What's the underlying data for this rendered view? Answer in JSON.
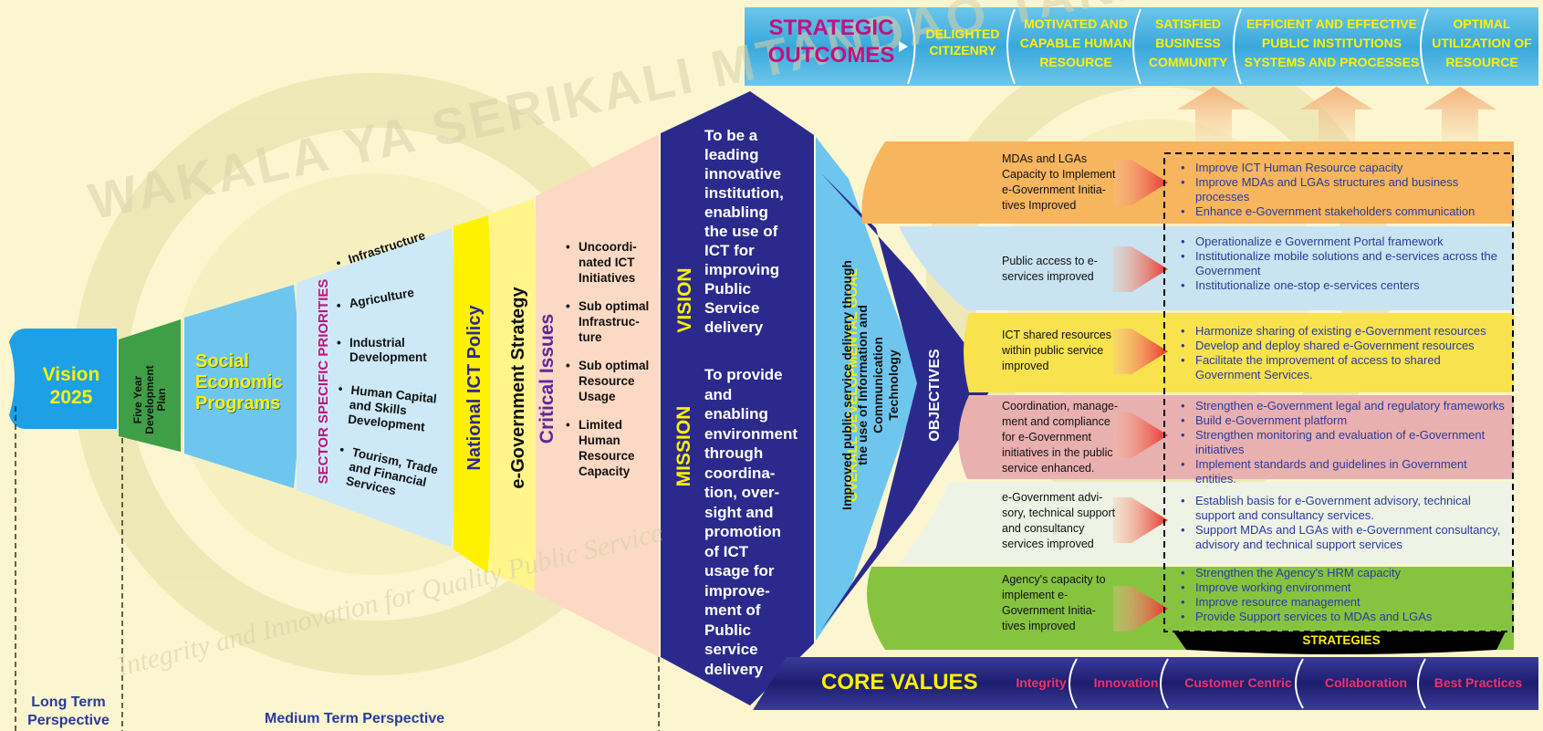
{
  "watermark": {
    "top_text": "WAKALA YA SERIKALI MTANDAO TANZANIA",
    "bottom_text": "Integrity and Innovation for Quality Public Service"
  },
  "vision2025": {
    "line1": "Vision",
    "line2": "2025"
  },
  "five_year_plan": {
    "text": "Five Year Development Plan"
  },
  "social_economic": {
    "line1": "Social",
    "line2": "Economic",
    "line3": "Programs"
  },
  "sector": {
    "title": "SECTOR SPECIFIC PRIORITIES",
    "items": [
      "Infrastructure",
      "Agriculture",
      "Industrial Development",
      "Human Capital and Skills Development",
      "Tourism, Trade and Financial Services"
    ]
  },
  "ict_policy": {
    "text": "National ICT Policy"
  },
  "egov_strategy": {
    "text": "e-Government Strategy"
  },
  "critical_issues": {
    "title": "Critical Issues",
    "items": [
      "Uncoordi- nated ICT Initiatives",
      "Sub optimal Infrastruc- ture",
      "Sub optimal Resource Usage",
      "Limited Human Resource Capacity"
    ]
  },
  "vision": {
    "label": "VISION",
    "text": "To be a leading innovative institution, enabling the use of ICT for improving Public Service delivery"
  },
  "mission": {
    "label": "MISSION",
    "text": "To provide and enabling environment through coordina- tion, over- sight and promotion of ICT usage for improve- ment of Public service delivery"
  },
  "goal": {
    "title": "OVERALL DEVELOPMENTAL GOAL",
    "line1": "Improved public service delivery through",
    "line2": "the use of Information and",
    "line3": "Communication",
    "line4": "Technology"
  },
  "objectives_label": "OBJECTIVES",
  "strategic_outcomes": {
    "title_line1": "STRATEGIC",
    "title_line2": "OUTCOMES",
    "items": [
      "DELIGHTED CITIZENRY",
      "MOTIVATED AND CAPABLE  HUMAN RESOURCE",
      "SATISFIED BUSINESS COMMUNITY",
      "EFFICIENT AND EFFECTIVE PUBLIC INSTITUTIONS SYSTEMS AND PROCESSES",
      "OPTIMAL UTILIZATION OF RESOURCE"
    ]
  },
  "objectives": [
    {
      "text": "MDAs and LGAs Capacity to Implement e-Government Initia- tives Improved",
      "color": "#f7b55e",
      "strategies": [
        "Improve ICT Human Resource capacity",
        "Improve MDAs and LGAs structures and business processes",
        "Enhance e-Government stakeholders  communication"
      ]
    },
    {
      "text": "Public access to e-services improved",
      "color": "#c9e3f0",
      "strategies": [
        "Operationalize e Government Portal framework",
        "Institutionalize mobile solutions and e-services across the Government",
        "Institutionalize one-stop e-services centers"
      ]
    },
    {
      "text": "ICT shared resources within public service improved",
      "color": "#f8e24e",
      "strategies": [
        "Harmonize sharing of existing e-Government resources",
        "Develop and deploy shared e-Government resources",
        "Facilitate the improvement of access to shared Government Services."
      ]
    },
    {
      "text": "Coordination, manage- ment and compliance for e-Government initiatives in the public service enhanced.",
      "color": "#e9b0b0",
      "strategies": [
        "Strengthen e-Government legal and regulatory frameworks",
        "Build   e-Government platform",
        "Strengthen monitoring and evaluation of e-Government initiatives",
        "Implement standards and guidelines in Government entities."
      ]
    },
    {
      "text": "e-Government advi- sory, technical support and consultancy services improved",
      "color": "#eef3e6",
      "strategies": [
        "Establish basis for e-Government advisory, technical support and consultancy services.",
        "Support MDAs and LGAs with e-Government consultancy, advisory and technical support services"
      ]
    },
    {
      "text": "Agency's capacity to implement e-Government Initia- tives improved",
      "color": "#86c440",
      "strategies": [
        "Strengthen the Agency's HRM capacity",
        "Improve working environment",
        "Improve resource management",
        "Provide Support services to MDAs and LGAs"
      ]
    }
  ],
  "strategies_label": "STRATEGIES",
  "core_values": {
    "title": "CORE VALUES",
    "items": [
      "Integrity",
      "Innovation",
      "Customer Centric",
      "Collaboration",
      "Best Practices"
    ]
  },
  "perspectives": {
    "long_term_line1": "Long Term",
    "long_term_line2": "Perspective",
    "medium_term": "Medium Term Perspective"
  },
  "colors": {
    "navy": "#2b2a8c",
    "sky": "#58b8e8",
    "green": "#3e9f48",
    "yellow": "#fff200",
    "magenta": "#c0127e",
    "peach": "#fbd9c4",
    "light_blue": "#cde9f7",
    "orange": "#f7b55e"
  }
}
